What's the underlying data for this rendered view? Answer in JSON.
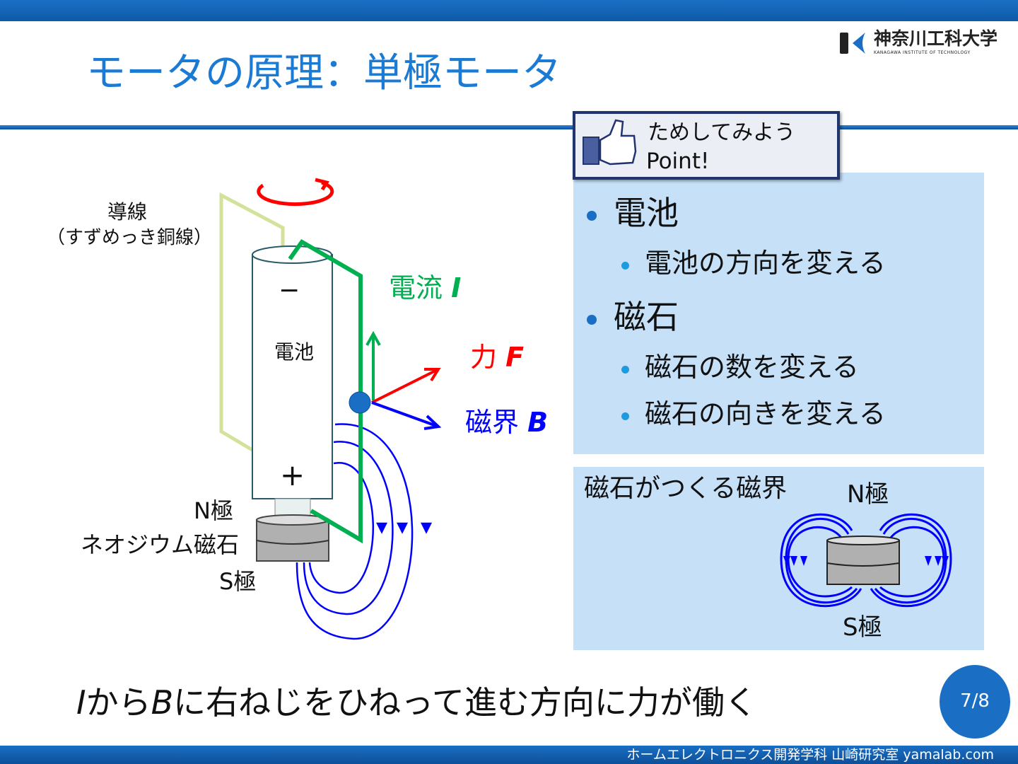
{
  "slide": {
    "title": "モータの原理：単極モータ",
    "page": "7/8",
    "footer": "ホームエレクトロニクス開発学科 山崎研究室 yamalab.com"
  },
  "logo": {
    "name_jp": "神奈川工科大学",
    "name_en": "KANAGAWA INSTITUTE OF TECHNOLOGY"
  },
  "diagram": {
    "wire_label": "導線",
    "wire_sub": "（すずめっき銅線）",
    "minus": "−",
    "plus": "+",
    "battery": "電池",
    "current": "電流",
    "current_sym": "I",
    "force": "力",
    "force_sym": "F",
    "field": "磁界",
    "field_sym": "B",
    "n_pole": "N極",
    "magnet": "ネオジウム磁石",
    "s_pole": "S極"
  },
  "point": {
    "line1": "ためしてみよう",
    "line2": "Point!",
    "bullets": [
      {
        "text": "電池",
        "sub": [
          "電池の方向を変える"
        ]
      },
      {
        "text": "磁石",
        "sub": [
          "磁石の数を変える",
          "磁石の向きを変える"
        ]
      }
    ]
  },
  "field_box": {
    "title": "磁石がつくる磁界",
    "n_pole": "N極",
    "s_pole": "S極"
  },
  "conclusion": {
    "i": "I",
    "t1": "から",
    "b": "B",
    "t2": "に右ねじをひねって進む方向に力が働く"
  },
  "colors": {
    "accent": "#1a6fc4",
    "current": "#00b050",
    "force": "#ff0000",
    "field": "#0000ff"
  }
}
